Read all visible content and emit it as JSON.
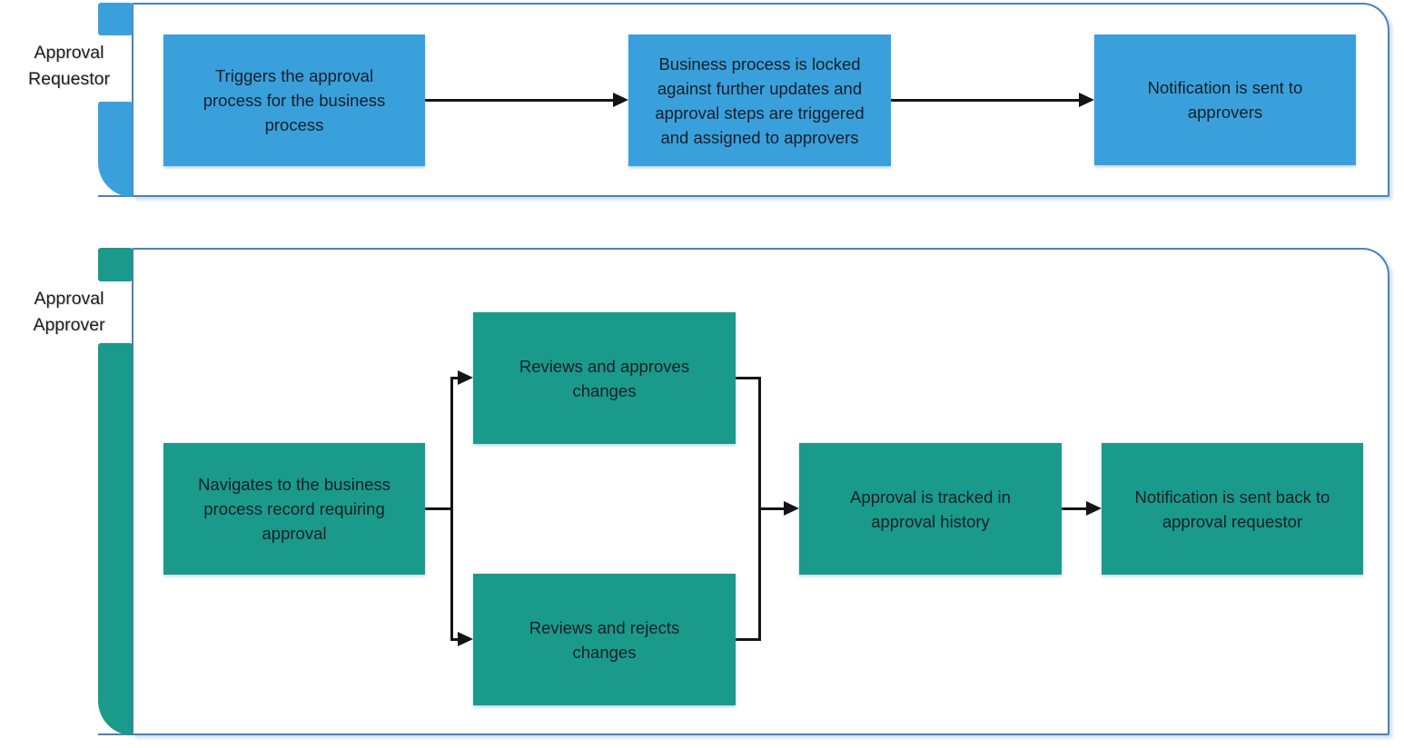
{
  "colors": {
    "requestor_accent": "#3AA0DC",
    "approver_accent": "#1A9A8A",
    "lane_border": "#4C80BF",
    "arrow": "#141414"
  },
  "lanes": [
    {
      "label": "Approval\nRequestor",
      "nodes": [
        {
          "text": "Triggers the approval\nprocess for the business\nprocess"
        },
        {
          "text": "Business process is locked\nagainst further updates and\napproval steps are triggered\nand assigned to approvers"
        },
        {
          "text": "Notification is sent to\napprovers"
        }
      ]
    },
    {
      "label": "Approval\nApprover",
      "nodes": [
        {
          "text": "Navigates to the business\nprocess record requiring\napproval"
        },
        {
          "text": "Reviews and approves\nchanges"
        },
        {
          "text": "Reviews and rejects\nchanges"
        },
        {
          "text": "Approval is tracked in\napproval history"
        },
        {
          "text": "Notification is sent back to\napproval requestor"
        }
      ]
    }
  ]
}
